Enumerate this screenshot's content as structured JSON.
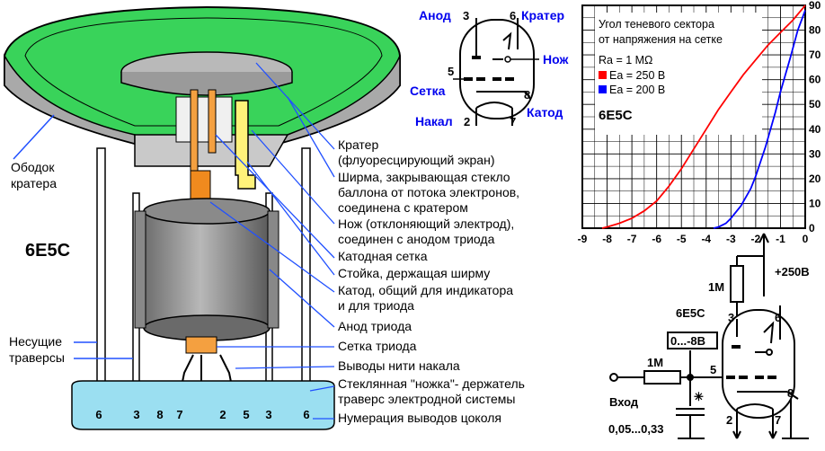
{
  "tube": {
    "model": "6Е5С",
    "rim_label": [
      "Ободок",
      "кратера"
    ],
    "traverse_label": [
      "Несущие",
      "траверсы"
    ],
    "pin_numbers": [
      "6",
      "3",
      "8",
      "7",
      "2",
      "5",
      "3",
      "6"
    ]
  },
  "callouts": {
    "crater": [
      "Кратер",
      "(флуоресцирующий экран)"
    ],
    "screen": [
      "Ширма, закрывающая стекло",
      "баллона от потока электронов,",
      "соединена с кратером"
    ],
    "knife": [
      "Нож (отклоняющий электрод),",
      "соединен с анодом триода"
    ],
    "cathode_grid": "Катодная сетка",
    "post": "Стойка, держащая ширму",
    "cathode": [
      "Катод, общий для индикатора",
      "и для триода"
    ],
    "anode": "Анод триода",
    "triode_grid": "Сетка триода",
    "heater_leads": "Выводы нити накала",
    "stem": [
      "Стеклянная \"ножка\"- держатель",
      "траверс электродной системы"
    ],
    "numbering": "Нумерация выводов цоколя"
  },
  "symbol": {
    "anode": "Анод",
    "crater": "Кратер",
    "knife": "Нож",
    "grid": "Сетка",
    "heater": "Накал",
    "cathode": "Катод",
    "pins": {
      "p3": "3",
      "p6": "6",
      "p5": "5",
      "p8": "8",
      "p2": "2",
      "p7": "7"
    }
  },
  "chart_data": {
    "type": "line",
    "title": [
      "Угол теневого сектора",
      "от напряжения на сетке"
    ],
    "ra": "Ra = 1 MΩ",
    "model": "6E5C",
    "x": [
      -9,
      -8,
      -7,
      -6,
      -5,
      -4,
      -3,
      -2,
      -1,
      0
    ],
    "ylim": [
      0,
      90
    ],
    "yticks": [
      0,
      10,
      20,
      30,
      40,
      50,
      60,
      70,
      80,
      90
    ],
    "grid": true,
    "series": [
      {
        "name": "Ea = 250 B",
        "color": "#ff0000",
        "points": [
          [
            -8.2,
            0
          ],
          [
            -8,
            0.5
          ],
          [
            -7.5,
            2
          ],
          [
            -7,
            4
          ],
          [
            -6.5,
            7
          ],
          [
            -6,
            11
          ],
          [
            -5.5,
            17
          ],
          [
            -5,
            24
          ],
          [
            -4.5,
            32
          ],
          [
            -4,
            40
          ],
          [
            -3.5,
            48
          ],
          [
            -3,
            55
          ],
          [
            -2.5,
            62
          ],
          [
            -2,
            68
          ],
          [
            -1.5,
            74
          ],
          [
            -1,
            79
          ],
          [
            -0.5,
            84
          ],
          [
            0,
            90
          ]
        ]
      },
      {
        "name": "Ea = 200 B",
        "color": "#0000ff",
        "points": [
          [
            -3.7,
            0
          ],
          [
            -3.5,
            0.5
          ],
          [
            -3.2,
            2
          ],
          [
            -3,
            4
          ],
          [
            -2.6,
            9
          ],
          [
            -2.2,
            16
          ],
          [
            -2,
            21
          ],
          [
            -1.6,
            33
          ],
          [
            -1.2,
            47
          ],
          [
            -1,
            55
          ],
          [
            -0.6,
            69
          ],
          [
            -0.3,
            80
          ],
          [
            0,
            88
          ]
        ]
      }
    ]
  },
  "schematic": {
    "resistor_top": "1М",
    "supply": "+250В",
    "model": "6Е5С",
    "bias": "0...-8В",
    "resistor_in": "1М",
    "input": "Вход",
    "cap": "0,05...0,33",
    "star": "✳",
    "pins": {
      "p3": "3",
      "p6": "6",
      "p5": "5",
      "p8": "8",
      "p2": "2",
      "p7": "7"
    }
  }
}
